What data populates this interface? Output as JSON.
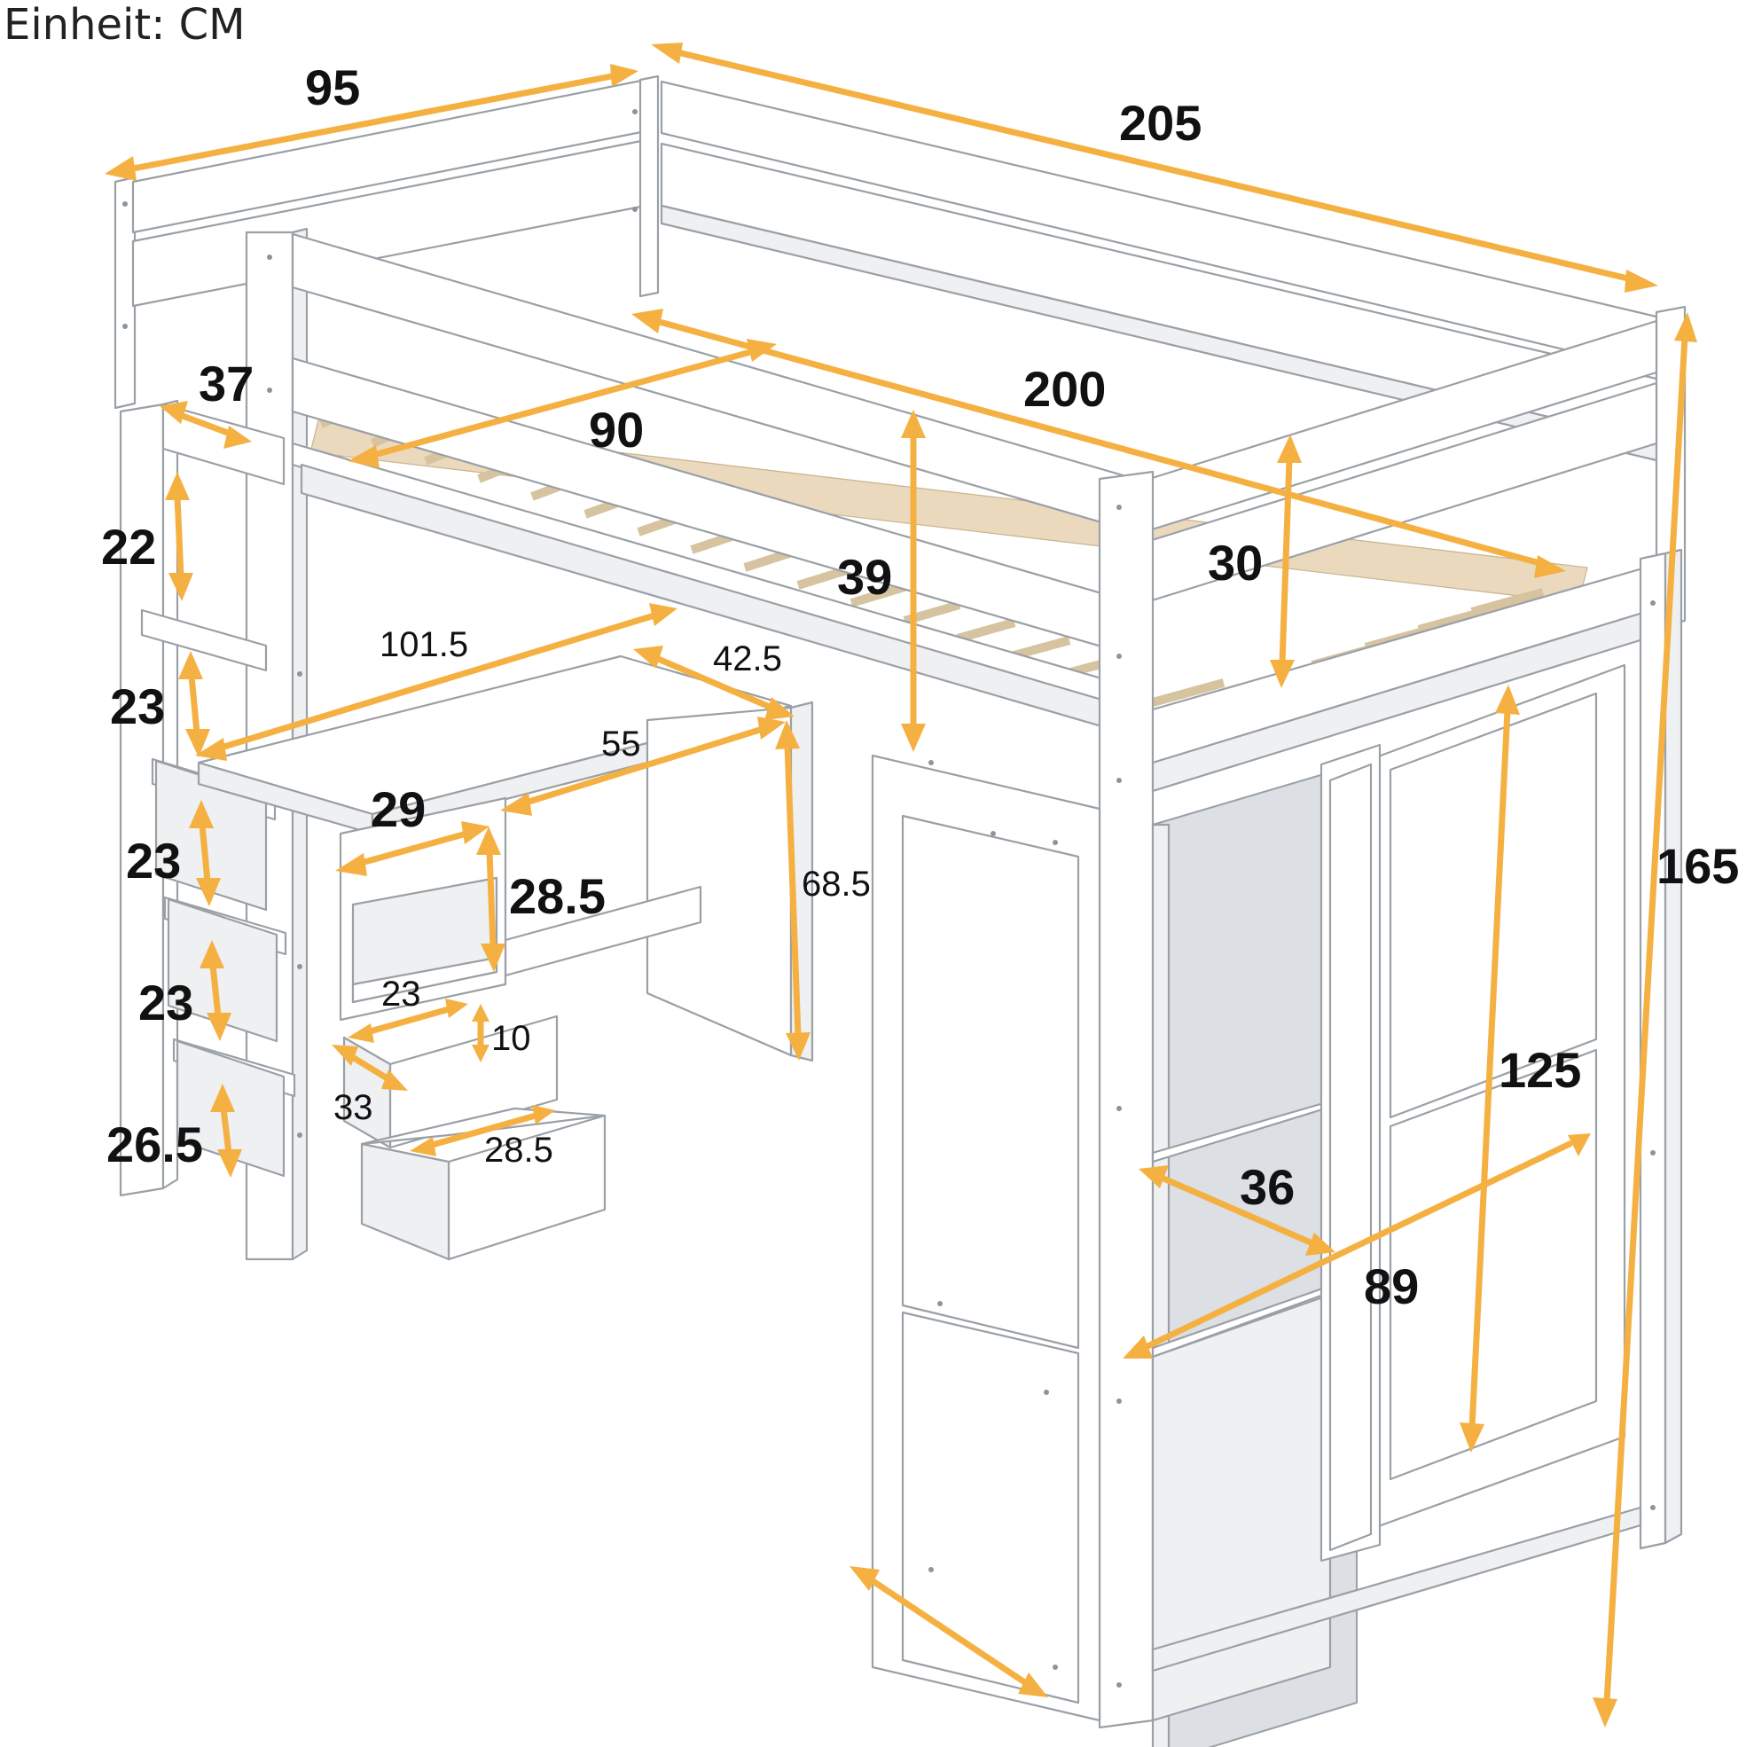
{
  "header": {
    "unit_label": "Einheit: CM"
  },
  "dimensions": {
    "total_width": "95",
    "total_length": "205",
    "total_height": "165",
    "mattress_length": "200",
    "mattress_width": "90",
    "guardrail_height_side": "39",
    "guardrail_height_end": "30",
    "ladder_depth": "37",
    "ladder_step_1": "22",
    "ladder_step_2": "23",
    "ladder_step_3": "23",
    "ladder_step_4": "23",
    "ladder_step_5": "26.5",
    "desk_length": "101.5",
    "desk_depth": "42.5",
    "desk_inner_width": "55",
    "desk_height": "68.5",
    "shelf_width": "29",
    "shelf_height": "28.5",
    "drawer_width": "23",
    "drawer_height": "10",
    "drawer_depth": "33",
    "drawer_front_width": "28.5",
    "wardrobe_height": "125",
    "wardrobe_width": "89",
    "wardrobe_depth": "36"
  },
  "colors": {
    "arrow": "#f5b042",
    "furniture": "#ffffff",
    "outline": "#9aa0a6",
    "slats": "#ead9bd"
  }
}
